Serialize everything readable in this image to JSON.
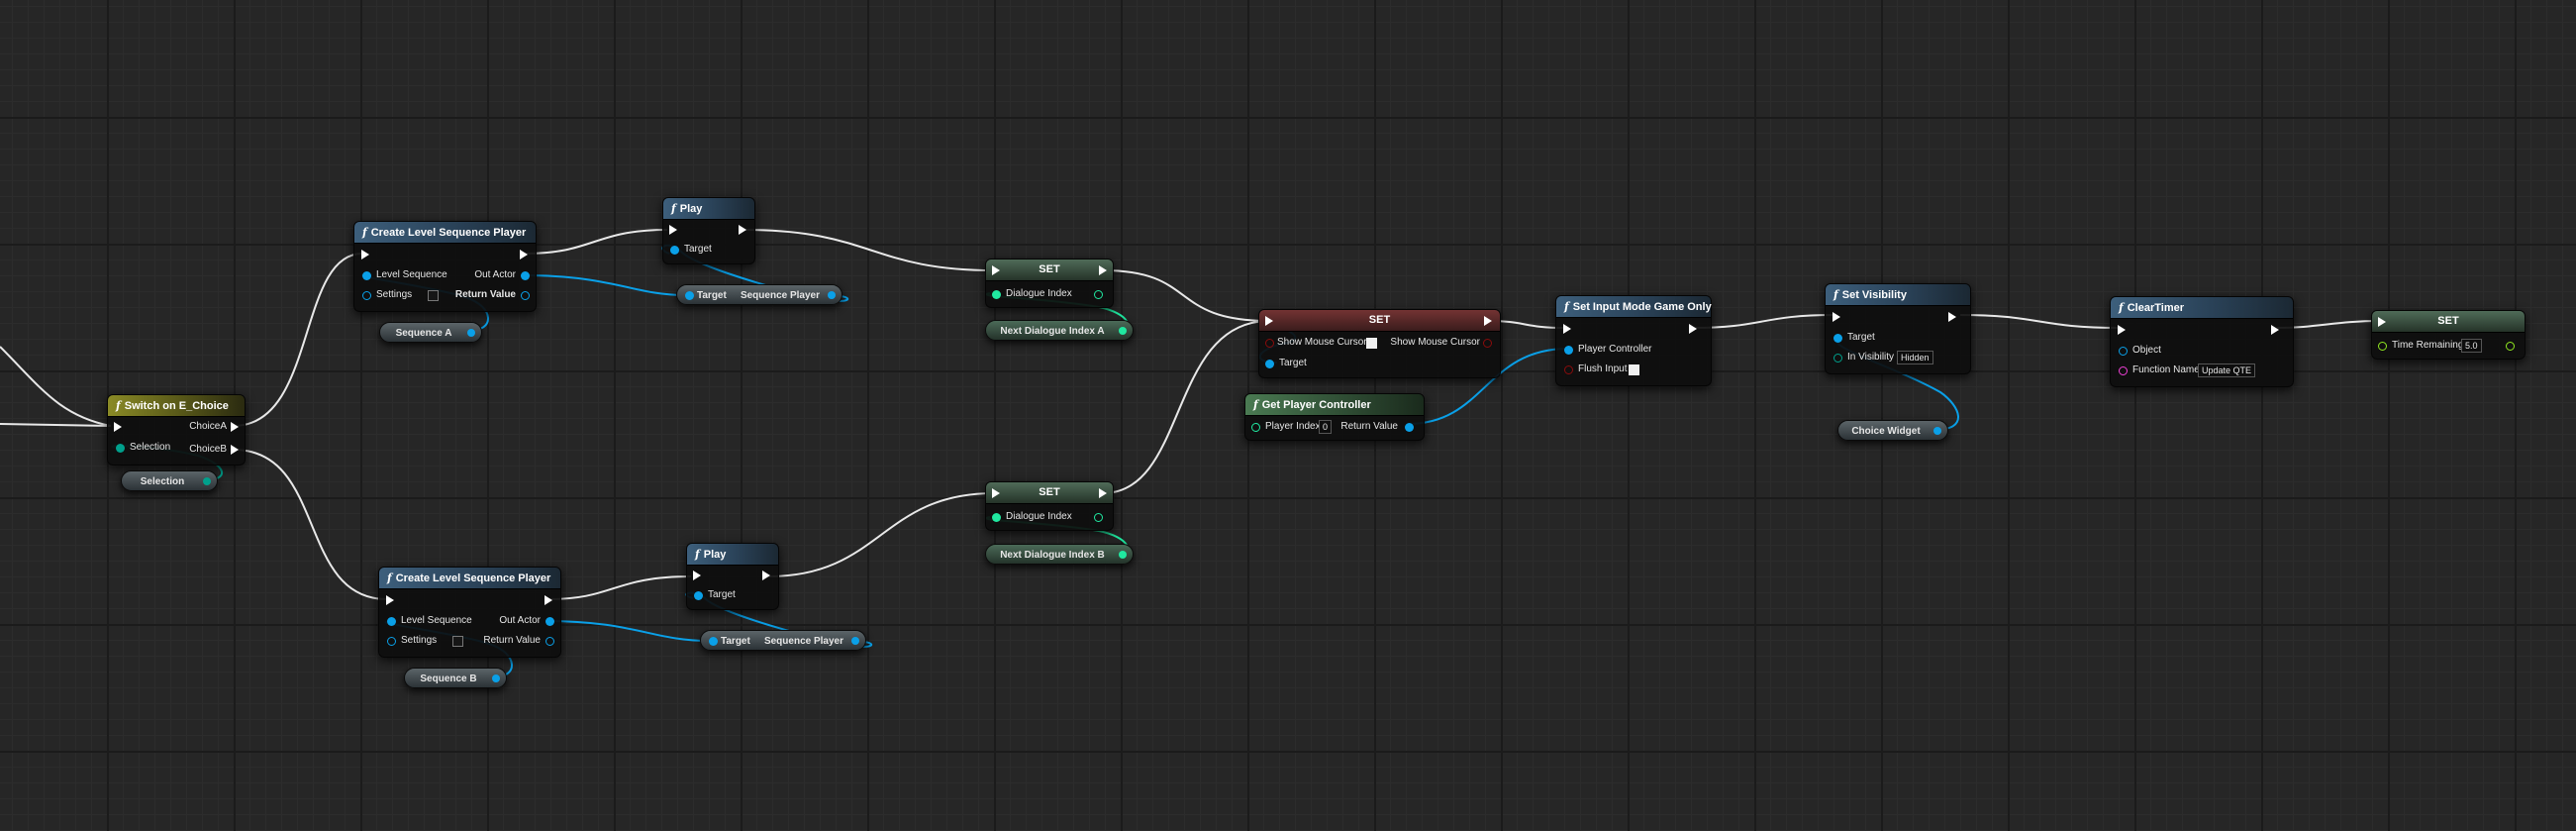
{
  "nodes": {
    "switch": {
      "title": "Switch on E_Choice",
      "outA": "ChoiceA",
      "outB": "ChoiceB",
      "selection": "Selection"
    },
    "selection_var": {
      "label": "Selection"
    },
    "create_a": {
      "title": "Create Level Sequence Player",
      "level_sequence": "Level Sequence",
      "settings": "Settings",
      "out_actor": "Out Actor",
      "return_value": "Return Value"
    },
    "sequence_a": {
      "label": "Sequence A"
    },
    "play_a": {
      "title": "Play",
      "target": "Target"
    },
    "seqplayer_a": {
      "target": "Target",
      "value": "Sequence Player"
    },
    "set_a": {
      "title": "SET",
      "field": "Dialogue Index"
    },
    "next_a": {
      "label": "Next Dialogue Index A"
    },
    "create_b": {
      "title": "Create Level Sequence Player",
      "level_sequence": "Level Sequence",
      "settings": "Settings",
      "out_actor": "Out Actor",
      "return_value": "Return Value"
    },
    "sequence_b": {
      "label": "Sequence B"
    },
    "play_b": {
      "title": "Play",
      "target": "Target"
    },
    "seqplayer_b": {
      "target": "Target",
      "value": "Sequence Player"
    },
    "set_b": {
      "title": "SET",
      "field": "Dialogue Index"
    },
    "next_b": {
      "label": "Next Dialogue Index B"
    },
    "set_cursor": {
      "title": "SET",
      "in_label": "Show Mouse Cursor",
      "out_label": "Show Mouse Cursor",
      "target": "Target"
    },
    "get_pc": {
      "title": "Get Player Controller",
      "player_index": "Player Index",
      "player_index_value": "0",
      "return_value": "Return Value"
    },
    "input_mode": {
      "title": "Set Input Mode Game Only",
      "player_controller": "Player Controller",
      "flush_input": "Flush Input"
    },
    "set_visibility": {
      "title": "Set Visibility",
      "target": "Target",
      "in_visibility": "In Visibility",
      "in_visibility_value": "Hidden"
    },
    "choice_widget": {
      "label": "Choice Widget"
    },
    "clear_timer": {
      "title": "ClearTimer",
      "object": "Object",
      "function_name": "Function Name",
      "function_name_value": "Update QTE"
    },
    "set_time": {
      "title": "SET",
      "field": "Time Remaining",
      "value": "5.0"
    }
  },
  "colors": {
    "exec_wire": "#ffffff",
    "object_pin": "#0aa0e8",
    "integer_pin": "#20e8a0",
    "float_pin": "#90e820",
    "enum_pin": "#00a08c",
    "name_pin": "#f040d8",
    "bool_pin": "#8a0c0c"
  }
}
